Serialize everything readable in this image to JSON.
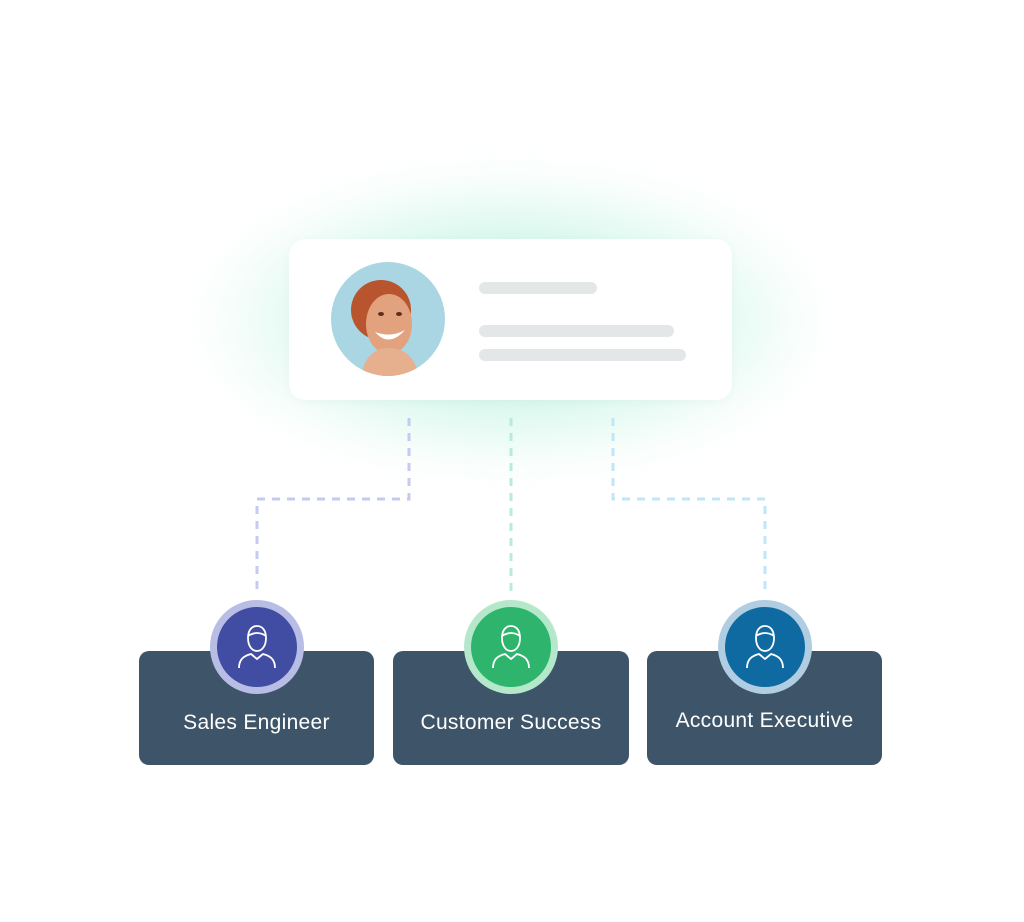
{
  "profile": {
    "avatar_icon": "person-photo"
  },
  "roles": [
    {
      "label": "Sales Engineer",
      "icon": "user-icon",
      "color": "#414da2",
      "ring": "#b7bde4"
    },
    {
      "label": "Customer Success",
      "icon": "user-icon",
      "color": "#2eb46c",
      "ring": "#b5e8cb"
    },
    {
      "label": "Account Executive",
      "icon": "user-icon",
      "color": "#0f6aa2",
      "ring": "#b0cde2"
    }
  ],
  "colors": {
    "card_background": "#3e5569",
    "glow": "#9de9cc",
    "connector_left": "#c6c9f2",
    "connector_middle": "#b7ecd5",
    "connector_right": "#bfe7f5"
  }
}
